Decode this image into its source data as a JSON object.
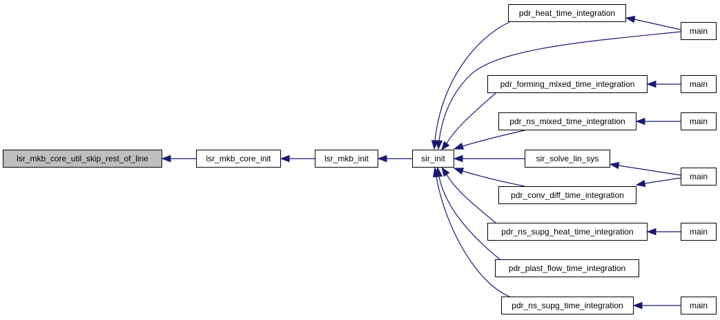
{
  "colors": {
    "edge": "#191970",
    "root_fill": "#bfbfbf",
    "node_fill": "#ffffff",
    "node_border": "#000000"
  },
  "nodes": {
    "lsr_mkb_core_util_skip_rest_of_line": "lsr_mkb_core_util_skip_rest_of_line",
    "lsr_mkb_core_init": "lsr_mkb_core_init",
    "lsr_mkb_init": "lsr_mkb_init",
    "sir_init": "sir_init",
    "pdr_heat_time_integration": "pdr_heat_time_integration",
    "pdr_forming_mixed_time_integration": "pdr_forming_mixed_time_integration",
    "pdr_ns_mixed_time_integration": "pdr_ns_mixed_time_integration",
    "sir_solve_lin_sys": "sir_solve_lin_sys",
    "pdr_conv_diff_time_integration": "pdr_conv_diff_time_integration",
    "pdr_ns_supg_heat_time_integration": "pdr_ns_supg_heat_time_integration",
    "pdr_plast_flow_time_integration": "pdr_plast_flow_time_integration",
    "pdr_ns_supg_time_integration": "pdr_ns_supg_time_integration",
    "main_1": "main",
    "main_2": "main",
    "main_3": "main",
    "main_4": "main",
    "main_5": "main",
    "main_6": "main"
  }
}
